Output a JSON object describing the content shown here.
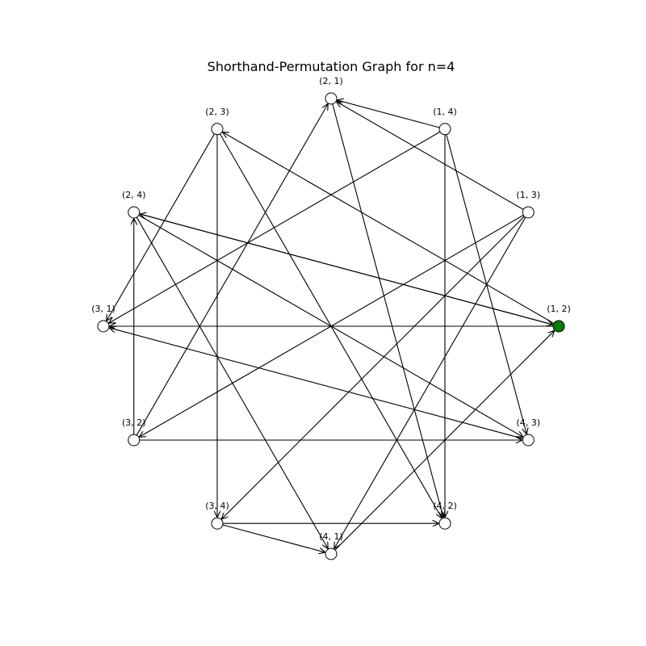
{
  "title": "Shorthand-Permutation Graph for n=4",
  "colors": {
    "node_fill": "#ffffff",
    "start_fill": "#008000",
    "stroke": "#000000"
  },
  "nodes": [
    {
      "id": "12",
      "label": "(1, 2)",
      "start": true
    },
    {
      "id": "13",
      "label": "(1, 3)"
    },
    {
      "id": "14",
      "label": "(1, 4)"
    },
    {
      "id": "21",
      "label": "(2, 1)"
    },
    {
      "id": "23",
      "label": "(2, 3)"
    },
    {
      "id": "24",
      "label": "(2, 4)"
    },
    {
      "id": "31",
      "label": "(3, 1)"
    },
    {
      "id": "32",
      "label": "(3, 2)"
    },
    {
      "id": "34",
      "label": "(3, 4)"
    },
    {
      "id": "41",
      "label": "(4, 1)"
    },
    {
      "id": "42",
      "label": "(4, 2)"
    },
    {
      "id": "43",
      "label": "(4, 3)"
    }
  ],
  "edges": [
    [
      "12",
      "23"
    ],
    [
      "12",
      "24"
    ],
    [
      "12",
      "31"
    ],
    [
      "13",
      "21"
    ],
    [
      "13",
      "32"
    ],
    [
      "13",
      "34"
    ],
    [
      "13",
      "41"
    ],
    [
      "14",
      "21"
    ],
    [
      "14",
      "43"
    ],
    [
      "14",
      "42"
    ],
    [
      "14",
      "31"
    ],
    [
      "21",
      "42"
    ],
    [
      "23",
      "34"
    ],
    [
      "23",
      "31"
    ],
    [
      "23",
      "42"
    ],
    [
      "24",
      "12"
    ],
    [
      "24",
      "43"
    ],
    [
      "24",
      "41"
    ],
    [
      "32",
      "24"
    ],
    [
      "32",
      "21"
    ],
    [
      "32",
      "43"
    ],
    [
      "34",
      "42"
    ],
    [
      "34",
      "41"
    ],
    [
      "41",
      "12"
    ],
    [
      "43",
      "31"
    ]
  ]
}
